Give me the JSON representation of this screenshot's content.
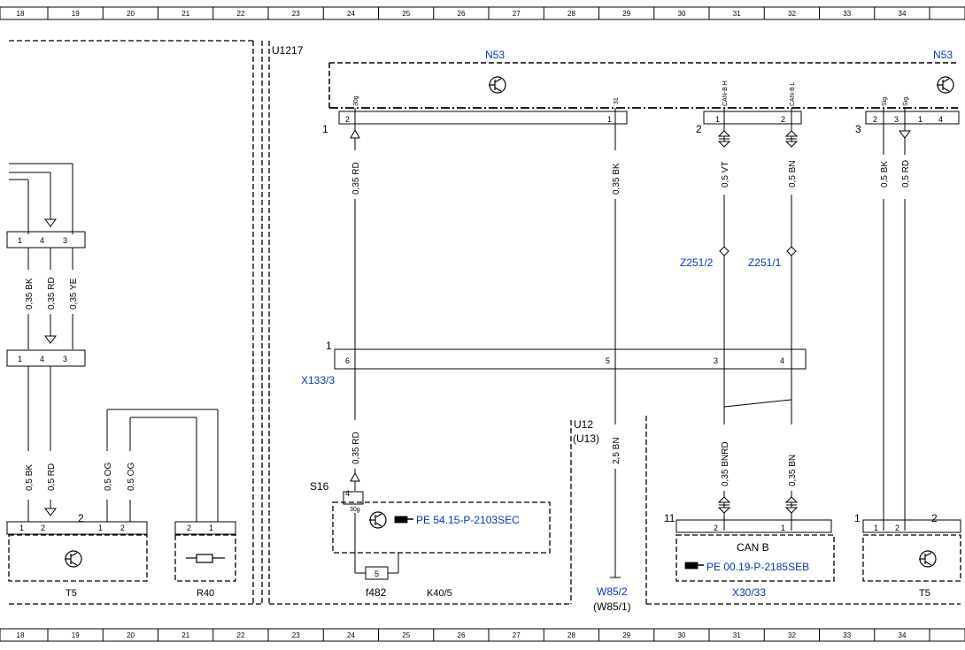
{
  "grid": {
    "numbers": [
      "18",
      "19",
      "20",
      "21",
      "22",
      "23",
      "24",
      "25",
      "26",
      "27",
      "28",
      "29",
      "30",
      "31",
      "32",
      "33",
      "34"
    ]
  },
  "labels": {
    "u1217": "U1217",
    "n53_left": "N53",
    "n53_right": "N53",
    "x133": "X133/3",
    "z251_2": "Z251/2",
    "z251_1": "Z251/1",
    "s16": "S16",
    "pe_k40": "PE 54.15-P-2103SEC",
    "f482": "f482",
    "k40": "K40/5",
    "u12": "U12",
    "u13": "(U13)",
    "w85_2": "W85/2",
    "w85_1": "(W85/1)",
    "x30": "X30/33",
    "can_b": "CAN B",
    "pe_can": "PE 00.19-P-2185SEB",
    "t5_left": "T5",
    "r40": "R40",
    "t5_right": "T5",
    "fuse5": "5"
  },
  "wires": {
    "rd_upper": "0,35 RD",
    "bk_upper": "0,35 BK",
    "vt": "0,5 VT",
    "bn_upper": "0,5 BN",
    "bk_right": "0,5 BK",
    "rd_right": "0,5 RD",
    "rd_lower": "0,35 RD",
    "bn_w85": "2,5 BN",
    "bnrd": "0,35 BNRD",
    "bn_lower": "0,35 BN",
    "l_bk": "0,35 BK",
    "l_rd": "0,35 RD",
    "l_ye": "0,35 YE",
    "l_bk2": "0,5 BK",
    "l_rd2": "0,5 RD",
    "l_og1": "0,5 OG",
    "l_og2": "0,5 OG"
  },
  "pins": {
    "n53_30g": "30g",
    "n53_31": "31",
    "n53_canh": "CAN-B H",
    "n53_canl": "CAN-B L",
    "sig1": "Sig.",
    "sig2": "Sig.",
    "k40_30g": "30g",
    "p1": "1",
    "p2": "2",
    "p3": "3",
    "p4": "4",
    "p5": "5",
    "p6": "6",
    "p11": "11"
  },
  "colors": {
    "line": "#000000",
    "reference": "#0a32c8"
  }
}
